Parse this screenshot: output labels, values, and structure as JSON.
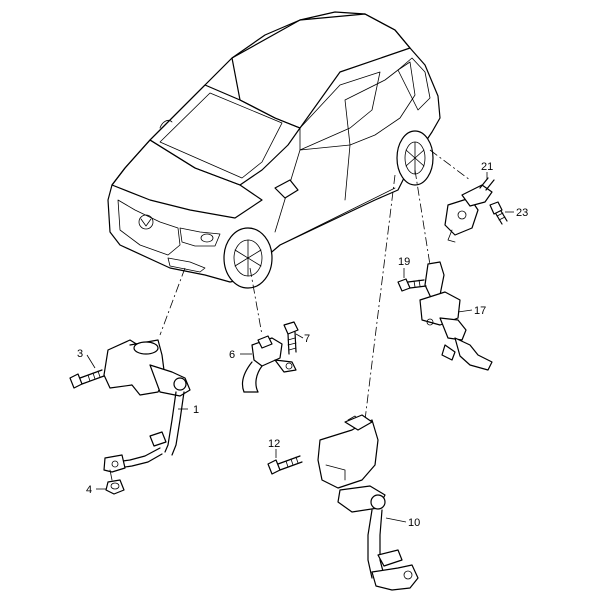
{
  "labels": {
    "p1": "1",
    "p3": "3",
    "p4": "4",
    "p6": "6",
    "p7": "7",
    "p10": "10",
    "p12": "12",
    "p17": "17",
    "p19": "19",
    "p21": "21",
    "p23": "23"
  }
}
